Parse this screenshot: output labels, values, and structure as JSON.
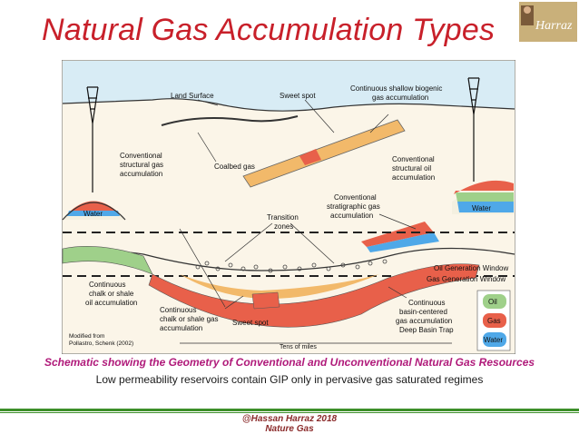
{
  "slide": {
    "title": "Natural Gas  Accumulation Types",
    "logo_text": "Harraz",
    "caption": "Schematic showing the Geometry of Conventional and Unconventional Natural Gas Resources",
    "subcaption": "Low permeability reservoirs contain GIP only in pervasive gas saturated regimes",
    "footer_line1": "@Hassan Harraz 2018",
    "footer_line2": "Nature Gas"
  },
  "diagram": {
    "labels": {
      "land_surface": "Land Surface",
      "sweet_spot_top": "Sweet spot",
      "biogenic_1": "Continuous shallow biogenic",
      "biogenic_2": "gas accumulation",
      "coalbed_gas": "Coalbed gas",
      "conv_struct_gas_1": "Conventional",
      "conv_struct_gas_2": "structural gas",
      "conv_struct_gas_3": "accumulation",
      "conv_struct_oil_1": "Conventional",
      "conv_struct_oil_2": "structural oil",
      "conv_struct_oil_3": "accumulation",
      "conv_strat_1": "Conventional",
      "conv_strat_2": "stratigraphic gas",
      "conv_strat_3": "accumulation",
      "transition_1": "Transition",
      "transition_2": "zones",
      "water_left": "Water",
      "water_right": "Water",
      "oil_window": "Oil Generation Window",
      "gas_window": "Gas Generation Window",
      "chalk_oil_1": "Continuous",
      "chalk_oil_2": "chalk or shale",
      "chalk_oil_3": "oil accumulation",
      "chalk_gas_1": "Continuous",
      "chalk_gas_2": "chalk or shale gas",
      "chalk_gas_3": "accumulation",
      "sweet_spot_bottom": "Sweet spot",
      "basin_1": "Continuous",
      "basin_2": "basin-centered",
      "basin_3": "gas accumulation",
      "basin_4": "Deep Basin Trap",
      "modified_1": "Modified from",
      "modified_2": "Pollastro, Schenk (2002)",
      "scale": "Tens of miles"
    },
    "legend": [
      {
        "label": "Oil",
        "color": "#9fd08a"
      },
      {
        "label": "Gas",
        "color": "#e8604a"
      },
      {
        "label": "Water",
        "color": "#4fa8e8"
      }
    ]
  }
}
